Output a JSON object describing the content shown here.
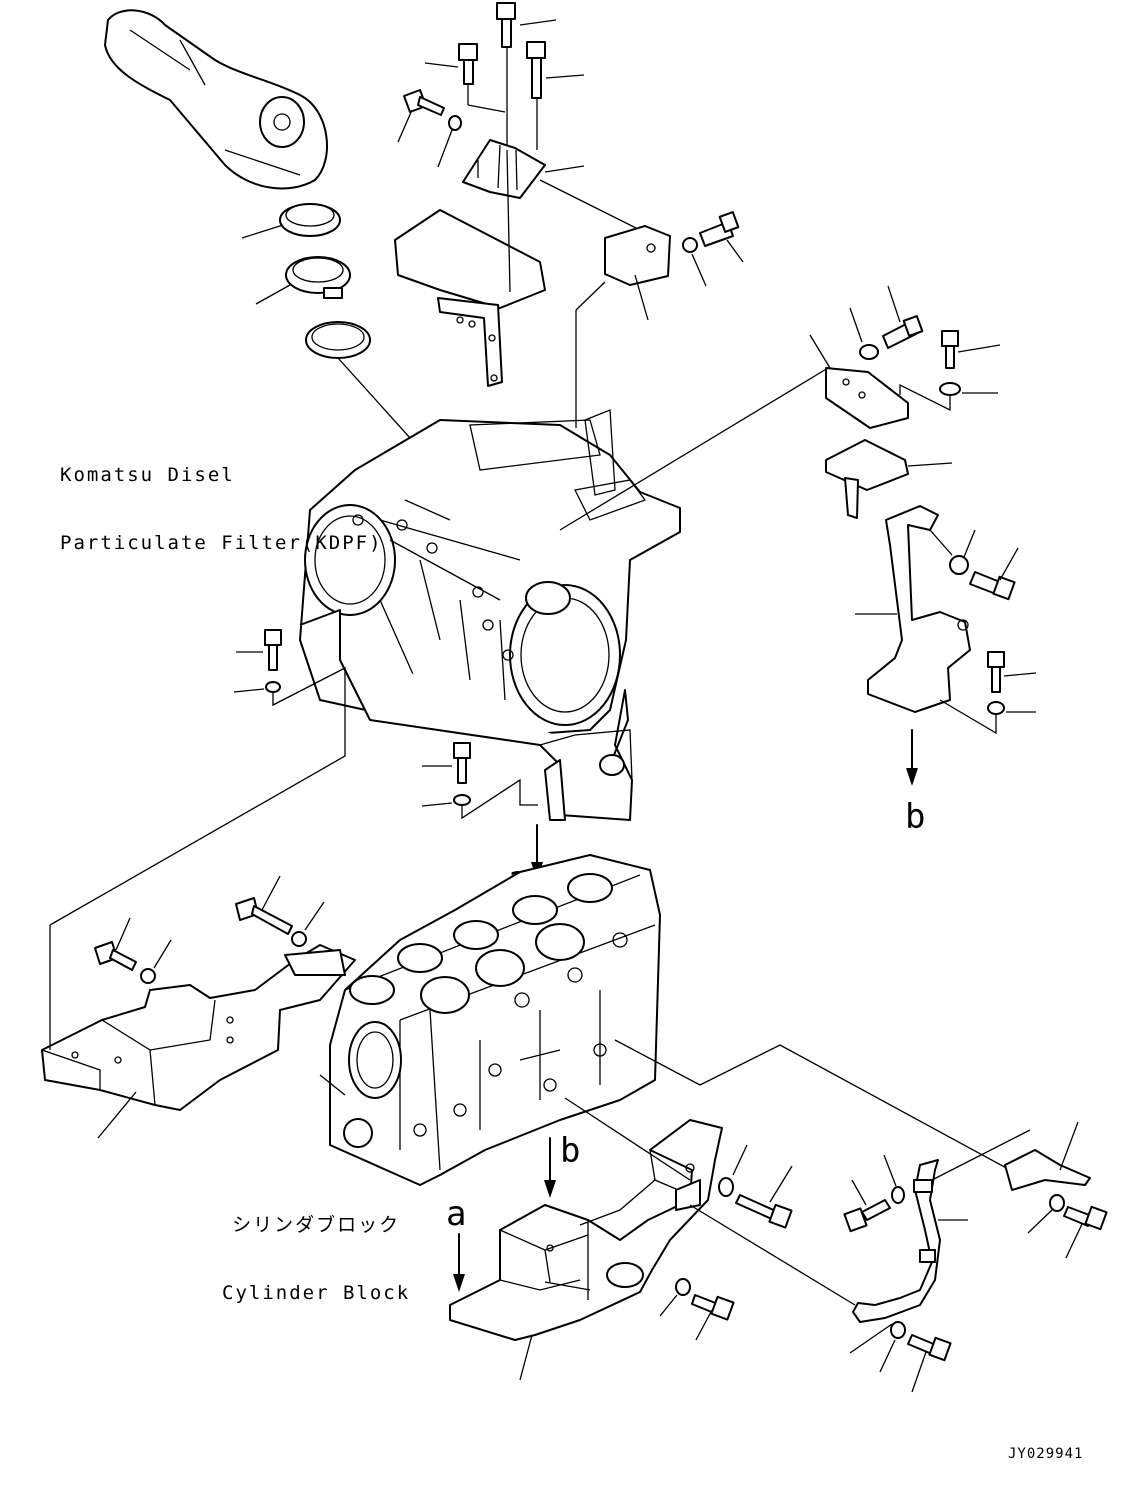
{
  "labels": {
    "kdpf_line1": "Komatsu Disel",
    "kdpf_line2": "Particulate Filter(KDPF)",
    "cylinder_jp": "シリンダブロック",
    "cylinder_en": "Cylinder Block",
    "arrow_a": "a",
    "arrow_b": "b",
    "drawing_code": "JY029941"
  }
}
